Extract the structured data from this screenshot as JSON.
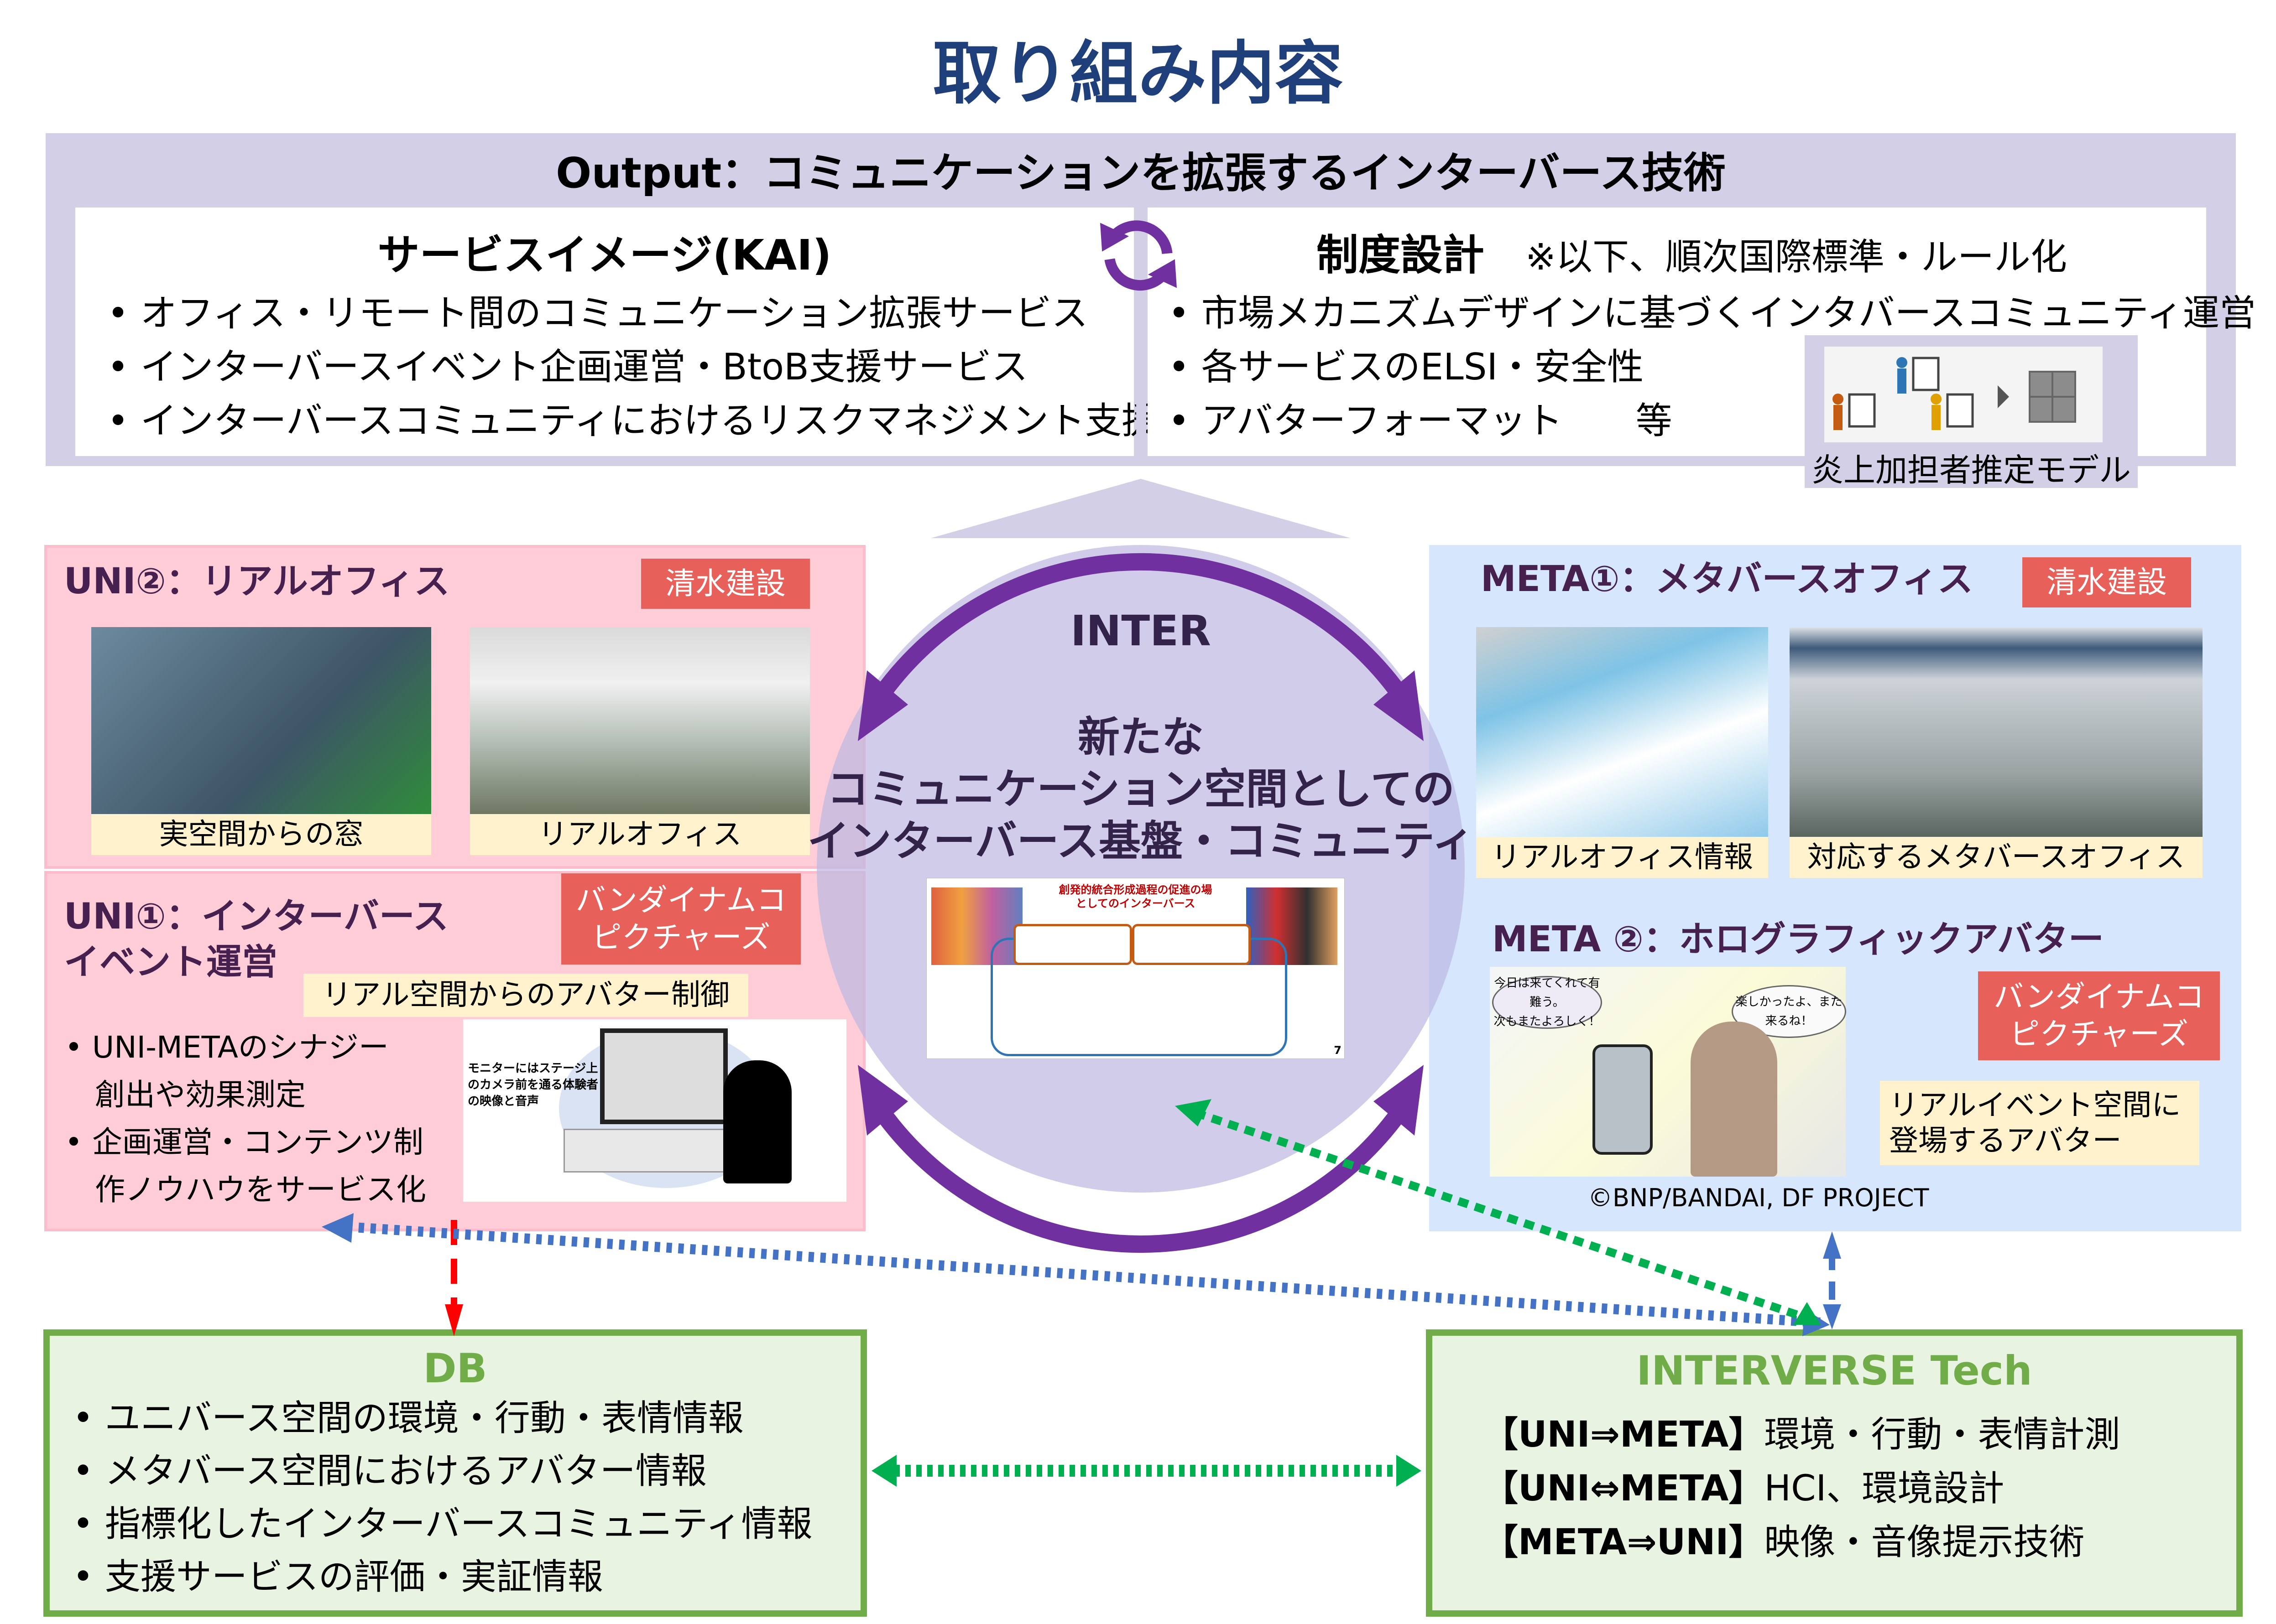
{
  "title": "取り組み内容",
  "output": {
    "title": "Output：コミュニケーションを拡張するインターバース技術",
    "service": {
      "heading": "サービスイメージ(KAI)",
      "items": [
        "オフィス・リモート間のコミュニケーション拡張サービス",
        "インターバースイベント企画運営・BtoB支援サービス",
        "インターバースコミュニティにおけるリスクマネジメント支援"
      ]
    },
    "system": {
      "heading": "制度設計",
      "note": "※以下、順次国際標準・ルール化",
      "items": [
        "市場メカニズムデザインに基づくインタバースコミュニティ運営",
        "各サービスのELSI・安全性",
        "アバターフォーマット　　等"
      ]
    },
    "model_label": "炎上加担者推定モデル"
  },
  "uni2": {
    "title": "UNI②：リアルオフィス",
    "company": "清水建設",
    "captions": [
      "実空間からの窓",
      "リアルオフィス"
    ]
  },
  "uni1": {
    "title_line1": "UNI①：インターバース",
    "title_line2": "イベント運営",
    "company_line1": "バンダイナムコ",
    "company_line2": "ピクチャーズ",
    "caption": "リアル空間からのアバター制御",
    "items": [
      [
        "UNI-METAのシナジー",
        "創出や効果測定"
      ],
      [
        "企画運営・コンテンツ制",
        "作ノウハウをサービス化"
      ]
    ],
    "illus_note": [
      "モニターにはステージ上",
      "のカメラ前を通る体験者",
      "の映像と音声"
    ]
  },
  "inter": {
    "label": "INTER",
    "lines": [
      "新たな",
      "コミュニケーション空間としての",
      "インターバース基盤・コミュニティ"
    ],
    "image_title": [
      "創発的統合形成過程の促進の場",
      "としてのインターバース"
    ],
    "image_page": "7"
  },
  "meta1": {
    "title": "META①：メタバースオフィス",
    "company": "清水建設",
    "captions": [
      "リアルオフィス情報",
      "対応するメタバースオフィス"
    ]
  },
  "meta2": {
    "title": "META ②：ホログラフィックアバター",
    "company_line1": "バンダイナムコ",
    "company_line2": "ピクチャーズ",
    "caption_line1": "リアルイベント空間に",
    "caption_line2": "登場するアバター",
    "bubble_left": [
      "今日は来てくれて有難う。",
      "次もまたよろしく！"
    ],
    "bubble_right": "楽しかったよ、また来るね！",
    "credit": "©BNP/BANDAI, DF PROJECT"
  },
  "db": {
    "title": "DB",
    "items": [
      "ユニバース空間の環境・行動・表情情報",
      "メタバース空間におけるアバター情報",
      "指標化したインターバースコミュニティ情報",
      "支援サービスの評価・実証情報"
    ]
  },
  "tech": {
    "title": "INTERVERSE Tech",
    "rows": [
      {
        "tag": "【UNI⇒META】",
        "text": "環境・行動・表情計測"
      },
      {
        "tag": "【UNI⇔META】",
        "text": "HCI、環境設計"
      },
      {
        "tag": "【META⇒UNI】",
        "text": "映像・音像提示技術"
      }
    ]
  },
  "colors": {
    "title": "#1f3f7a",
    "lavender": "#d2cfe7",
    "pink": "#ffcdd8",
    "blue": "#d5e6fd",
    "company_tag": "#e8605a",
    "caption": "#fff2cc",
    "purple_arrow": "#7030a0",
    "green": "#70ac47",
    "green_dotted": "#00b050",
    "blue_dotted": "#4472c4",
    "red_dashed": "#ff0000"
  }
}
